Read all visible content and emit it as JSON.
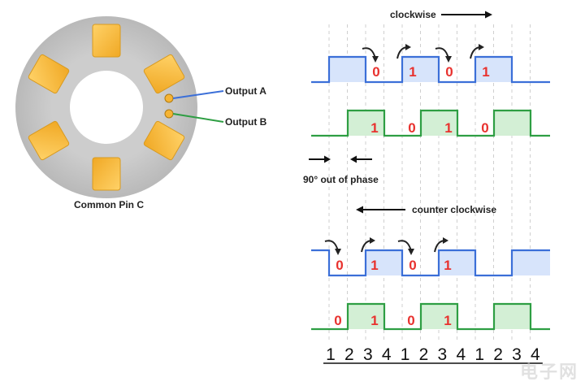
{
  "encoder": {
    "output_a_label": "Output A",
    "output_b_label": "Output B",
    "common_pin_label": "Common Pin C",
    "disc_color": "#c9c9c9",
    "pad_color": "#f6b434",
    "pad_count": 6,
    "wire_a_color": "#3b6fd8",
    "wire_b_color": "#2e9e43"
  },
  "clockwise": {
    "title": "clockwise",
    "phase_note": "90° out of phase",
    "channel_a_bits": [
      "0",
      "1",
      "0",
      "1"
    ],
    "channel_b_bits": [
      "1",
      "0",
      "1",
      "0"
    ]
  },
  "counter_clockwise": {
    "title": "counter clockwise",
    "channel_a_bits": [
      "0",
      "1",
      "0",
      "1"
    ],
    "channel_b_bits": [
      "0",
      "1",
      "0",
      "1"
    ]
  },
  "steps": [
    "1",
    "2",
    "3",
    "4",
    "1",
    "2",
    "3",
    "4",
    "1",
    "2",
    "3",
    "4"
  ],
  "watermark": "电子网",
  "colors": {
    "channel_a": "#3b6fd8",
    "channel_a_fill": "#d7e4fb",
    "channel_b": "#2e9e43",
    "channel_b_fill": "#d3efd5",
    "bit_text": "#e8322f",
    "grid": "#cfcfcf"
  }
}
